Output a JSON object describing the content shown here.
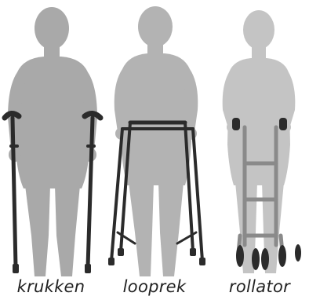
{
  "figures": [
    {
      "label": "krukken",
      "aid": "crutches",
      "icon": "person-with-crutches-icon"
    },
    {
      "label": "looprek",
      "aid": "walking-frame",
      "icon": "person-with-walker-icon"
    },
    {
      "label": "rollator",
      "aid": "rollator",
      "icon": "person-with-rollator-icon"
    }
  ],
  "colors": {
    "figure_left": "#a9a9a9",
    "figure_middle": "#b3b3b3",
    "figure_right": "#c4c4c4",
    "aid_dark": "#2b2b2b",
    "aid_grey": "#8a8a8a",
    "caption": "#222222"
  }
}
